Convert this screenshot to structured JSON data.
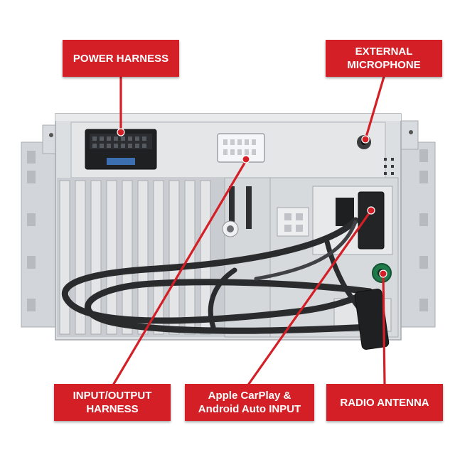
{
  "labels": {
    "power_harness": "POWER HARNESS",
    "external_microphone": [
      "EXTERNAL",
      "MICROPHONE"
    ],
    "input_output_harness": [
      "INPUT/OUTPUT",
      "HARNESS"
    ],
    "carplay_input": [
      "Apple CarPlay &",
      "Android Auto INPUT"
    ],
    "radio_antenna": "RADIO ANTENNA"
  },
  "colors": {
    "label_red": "#d51f26",
    "chassis_light": "#dcdfe2",
    "chassis_mid": "#c4c8cc",
    "cable_dark": "#2a2b2d"
  }
}
